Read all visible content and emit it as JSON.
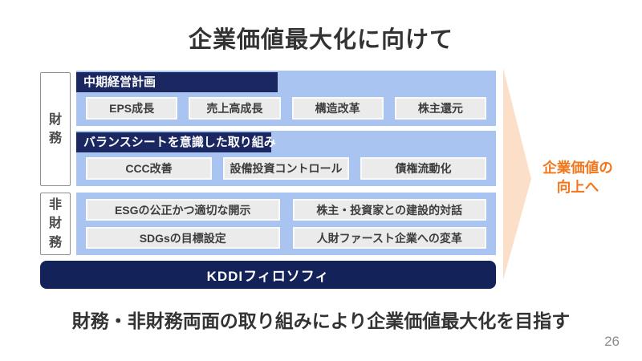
{
  "slide": {
    "title": "企業価値最大化に向けて",
    "footer_message": "財務・非財務両面の取り組みにより企業価値最大化を目指す",
    "page_number": "26"
  },
  "diagram": {
    "row_labels": {
      "financial": "財務",
      "non_financial": "非財務"
    },
    "sections": [
      {
        "header": "中期経営計画",
        "items": [
          "EPS成長",
          "売上高成長",
          "構造改革",
          "株主還元"
        ]
      },
      {
        "header": "バランスシートを意識した取り組み",
        "items": [
          "CCC改善",
          "設備投資コントロール",
          "債権流動化"
        ]
      }
    ],
    "non_financial_items": [
      "ESGの公正かつ適切な開示",
      "株主・投資家との建設的対話",
      "SDGsの目標設定",
      "人財ファースト企業への変革"
    ],
    "foundation_label": "KDDIフィロソフィ",
    "arrow": {
      "line1": "企業価値の",
      "line2": "向上へ"
    }
  },
  "colors": {
    "navy_header": "#1a2761",
    "navy_foundation": "#14225a",
    "light_blue_block": "#a9c4f0",
    "item_gray": "#ebebeb",
    "item_text": "#3d3d3d",
    "peach_arrow": "#fbdfc8",
    "orange_text": "#f2761b",
    "title_text": "#333333",
    "page_number_gray": "#8c8c8c"
  }
}
